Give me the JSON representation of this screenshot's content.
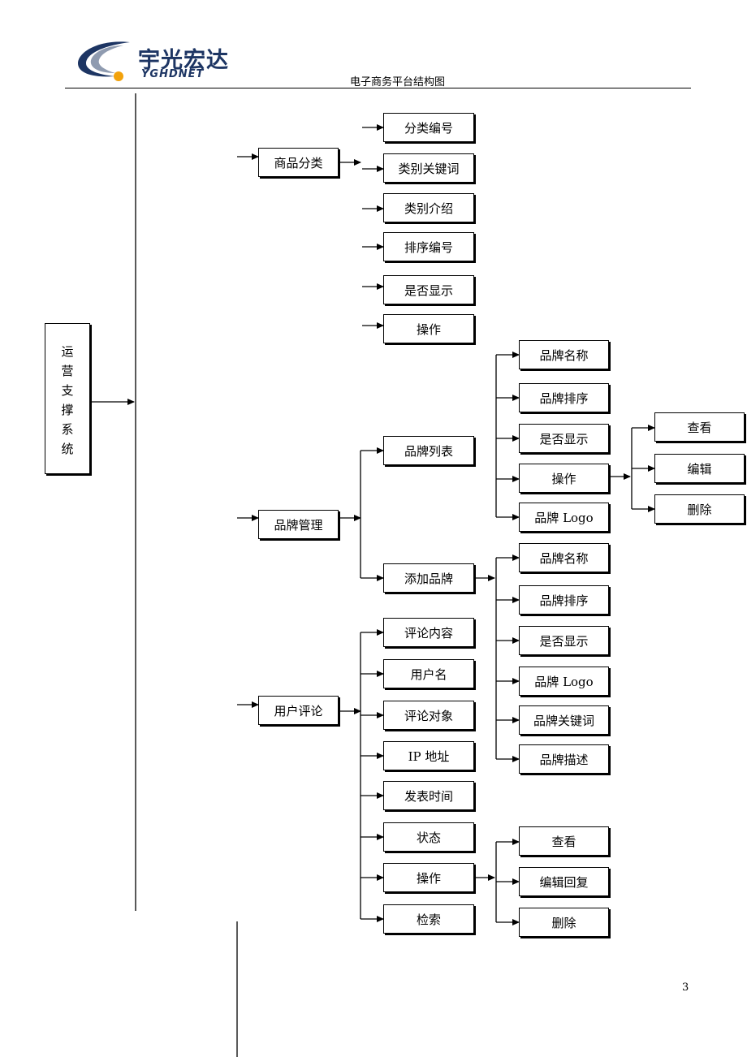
{
  "header": {
    "logo_cn": "宇光宏达",
    "logo_en": "YGHDNET",
    "doc_title": "电子商务平台结构图"
  },
  "root": {
    "label": "运\n营\n支\n撑\n系\n统"
  },
  "modules": [
    {
      "label": "商品分类",
      "children": [
        "分类编号",
        "类别关键词",
        "类别介绍",
        "排序编号",
        "是否显示",
        "操作"
      ]
    },
    {
      "label": "品牌管理",
      "children": [
        {
          "label": "品牌列表",
          "children": [
            "品牌名称",
            "品牌排序",
            "是否显示",
            "操作",
            "品牌 Logo"
          ],
          "operation_children": [
            "查看",
            "编辑",
            "删除"
          ]
        },
        {
          "label": "添加品牌",
          "children": [
            "品牌名称",
            "品牌排序",
            "是否显示",
            "品牌 Logo",
            "品牌关键词",
            "品牌描述"
          ]
        }
      ]
    },
    {
      "label": "用户评论",
      "children": [
        "评论内容",
        "用户名",
        "评论对象",
        "IP 地址",
        "发表时间",
        "状态",
        "操作",
        "检索"
      ],
      "operation_children": [
        "查看",
        "编辑回复",
        "删除"
      ]
    }
  ],
  "footer": {
    "page_number": "3"
  }
}
